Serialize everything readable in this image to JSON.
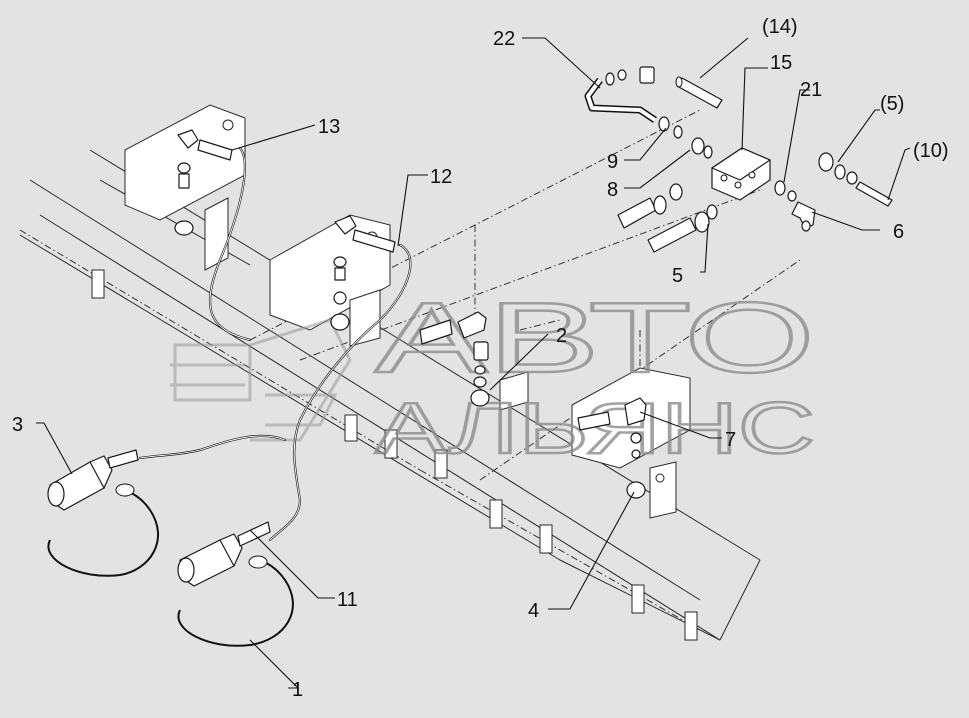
{
  "diagram": {
    "watermark_lines": [
      "АВТО",
      "АЛЬЯНС"
    ],
    "callouts": [
      {
        "id": "c22",
        "text": "22"
      },
      {
        "id": "c14p",
        "text": "(14)"
      },
      {
        "id": "c15",
        "text": "15"
      },
      {
        "id": "c21",
        "text": "21"
      },
      {
        "id": "c5p",
        "text": "(5)"
      },
      {
        "id": "c10p",
        "text": "(10)"
      },
      {
        "id": "c13",
        "text": "13"
      },
      {
        "id": "c12",
        "text": "12"
      },
      {
        "id": "c9",
        "text": "9"
      },
      {
        "id": "c8",
        "text": "8"
      },
      {
        "id": "c6",
        "text": "6"
      },
      {
        "id": "c5",
        "text": "5"
      },
      {
        "id": "c2",
        "text": "2"
      },
      {
        "id": "c7",
        "text": "7"
      },
      {
        "id": "c3",
        "text": "3"
      },
      {
        "id": "c11",
        "text": "11"
      },
      {
        "id": "c4",
        "text": "4"
      },
      {
        "id": "c1",
        "text": "1"
      }
    ]
  }
}
